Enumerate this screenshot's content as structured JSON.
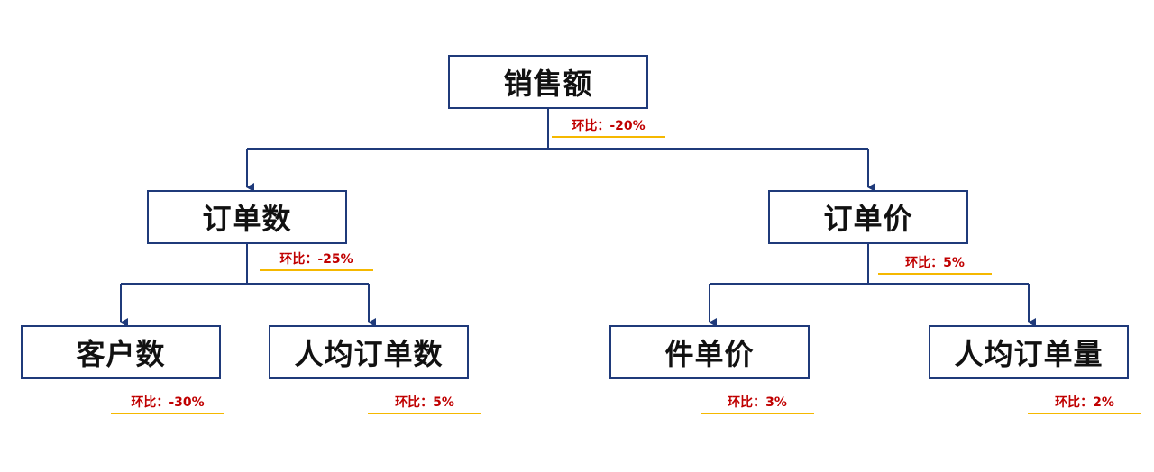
{
  "nodes": {
    "root": {
      "label": "销售额",
      "mom": "环比：-20%"
    },
    "orders": {
      "label": "订单数",
      "mom": "环比：-25%"
    },
    "price": {
      "label": "订单价",
      "mom": "环比：5%"
    },
    "customers": {
      "label": "客户数",
      "mom": "环比：-30%"
    },
    "per_orders": {
      "label": "人均订单数",
      "mom": "环比：5%"
    },
    "unit_price": {
      "label": "件单价",
      "mom": "环比：3%"
    },
    "per_qty": {
      "label": "人均订单量",
      "mom": "环比：2%"
    }
  },
  "colors": {
    "line": "#1f3a7a",
    "mom_text": "#c00000",
    "underline": "#f5b800"
  }
}
